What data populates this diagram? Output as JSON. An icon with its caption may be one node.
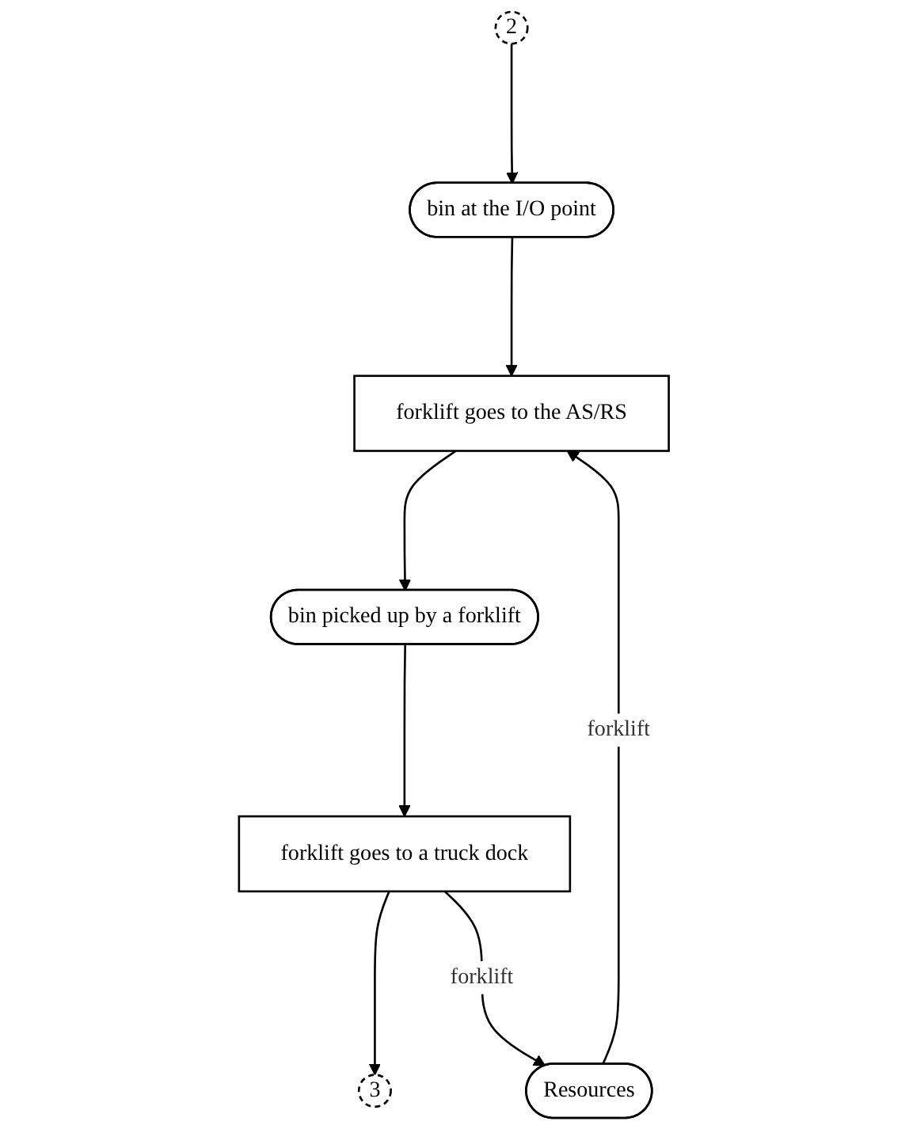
{
  "diagram": {
    "nodes": [
      {
        "text": [
          "2"
        ]
      },
      {
        "text": [
          "bin at the I/O point"
        ]
      },
      {
        "text": [
          "forklift goes to the AS/RS"
        ]
      },
      {
        "text": [
          "bin picked up by a forklift"
        ]
      },
      {
        "text": [
          "forklift goes to a truck dock"
        ]
      },
      {
        "text": [
          "3"
        ]
      },
      {
        "text": [
          "Resources"
        ]
      }
    ],
    "edges": [
      {
        "from": 0,
        "to": 1,
        "arrow": "to"
      },
      {
        "from": 1,
        "to": 2,
        "arrow": "to"
      },
      {
        "from": 6,
        "to": 2,
        "arrow": "to",
        "label": "forklift"
      },
      {
        "from": 2,
        "to": 3,
        "arrow": "to"
      },
      {
        "from": 3,
        "to": 4,
        "arrow": "to"
      },
      {
        "from": 4,
        "to": 5,
        "arrow": "to"
      },
      {
        "from": 4,
        "to": 6,
        "arrow": "to",
        "label": "forklift"
      }
    ]
  }
}
